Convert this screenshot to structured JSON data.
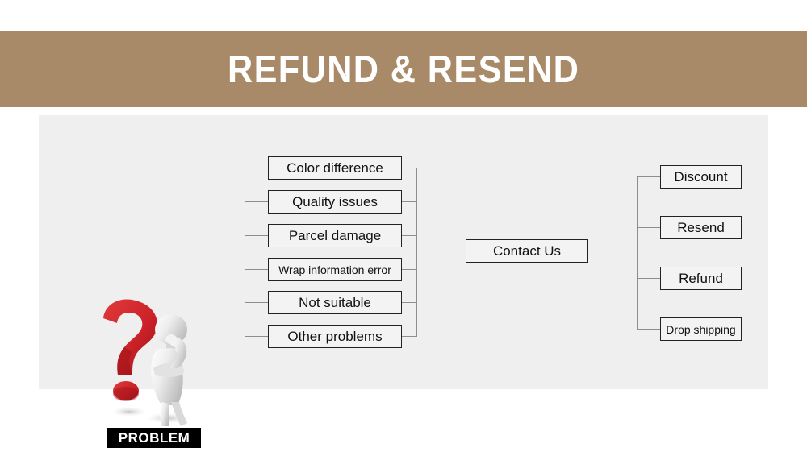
{
  "banner": {
    "title": "REFUND & RESEND",
    "background_color": "#a98a68",
    "text_color": "#ffffff"
  },
  "panel": {
    "background_color": "#efefef"
  },
  "problem": {
    "icon_name": "question-mark-thinking-person",
    "label": "PROBLEM",
    "question_mark_color": "#cc2229",
    "figure_color": "#e8e8e8",
    "label_background": "#000000",
    "label_text_color": "#ffffff"
  },
  "diagram": {
    "problems": [
      {
        "label": "Color difference"
      },
      {
        "label": "Quality issues"
      },
      {
        "label": "Parcel damage"
      },
      {
        "label": "Wrap information error"
      },
      {
        "label": "Not suitable"
      },
      {
        "label": "Other problems"
      }
    ],
    "center": {
      "label": "Contact Us"
    },
    "solutions": [
      {
        "label": "Discount"
      },
      {
        "label": "Resend"
      },
      {
        "label": "Refund"
      },
      {
        "label": "Drop shipping"
      }
    ],
    "line_color": "#8d8d8d",
    "box_border_color": "#222222",
    "box_fill_color": "#f3f3f3"
  }
}
